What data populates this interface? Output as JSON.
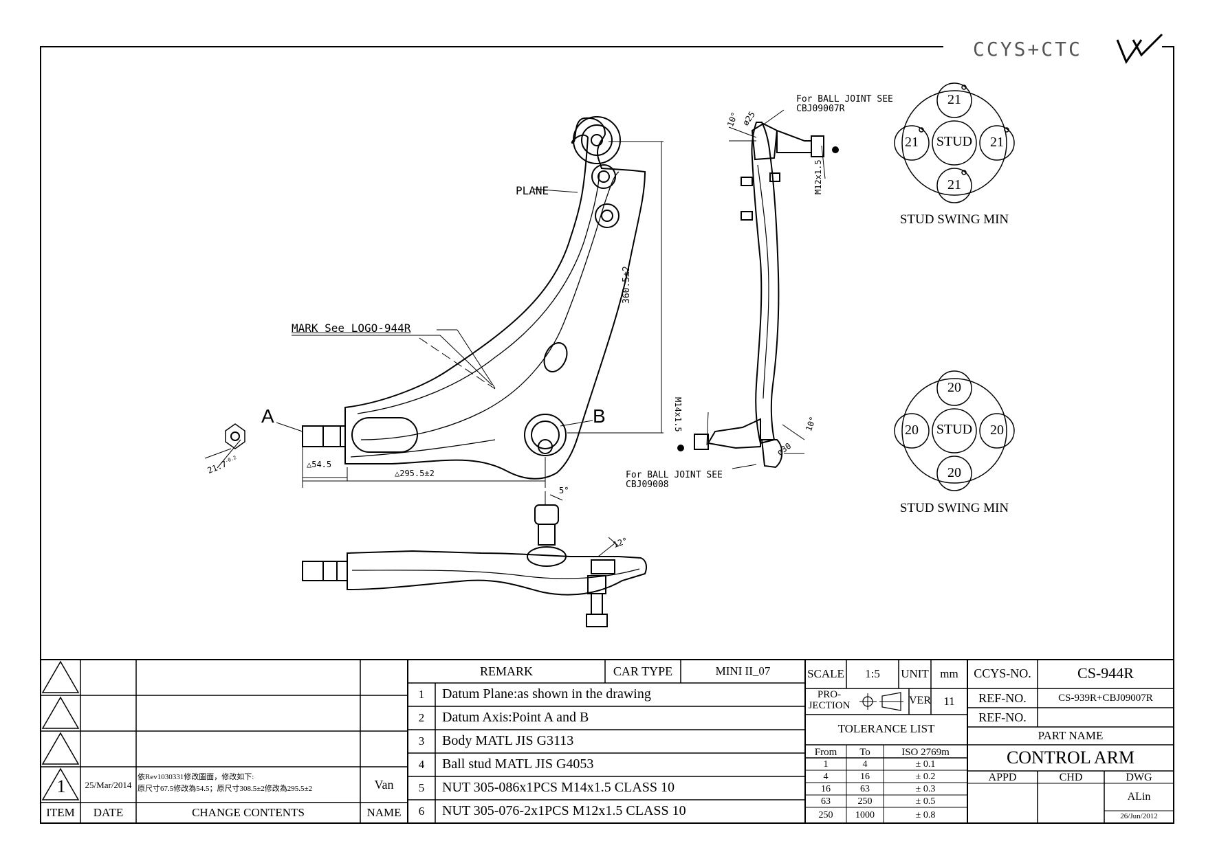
{
  "brand": {
    "logo_text": "CCYS+CTC"
  },
  "drawing": {
    "front_view": {
      "plane_label": "PLANE",
      "mark_label": "MARK See LOGO-944R",
      "point_a": "A",
      "point_b": "B",
      "dim_height": "360.5±2",
      "dim_short": "54.5",
      "dim_long": "295.5±2",
      "dim_hex": "21.7",
      "dim_hex_tol": "-0.2"
    },
    "side_view": {
      "ball_joint_top_line1": "For BALL JOINT SEE",
      "ball_joint_top_line2": "CBJ09007R",
      "ball_joint_bottom_line1": "For BALL JOINT SEE",
      "ball_joint_bottom_line2": "CBJ09008",
      "dim_dia_top": "ø25",
      "dim_dia_bottom": "ø30",
      "angle_top": "10°",
      "angle_bottom": "10°",
      "thread_top": "M12x1.5",
      "thread_bottom": "M14x1.5"
    },
    "bottom_view": {
      "angle_small": "5°",
      "angle_large": "12°"
    },
    "stud_swing_top": {
      "top": "21",
      "left": "21",
      "right": "21",
      "bottom": "21",
      "center": "STUD",
      "caption": "STUD SWING MIN"
    },
    "stud_swing_bottom": {
      "top": "20",
      "left": "20",
      "right": "20",
      "bottom": "20",
      "center": "STUD",
      "caption": "STUD SWING MIN"
    }
  },
  "revision_block": {
    "headers": {
      "item": "ITEM",
      "date": "DATE",
      "change": "CHANGE CONTENTS",
      "name": "NAME"
    },
    "rows": [
      {
        "item": "",
        "date": "",
        "change_line1": "",
        "change_line2": "",
        "name": ""
      },
      {
        "item": "",
        "date": "",
        "change_line1": "",
        "change_line2": "",
        "name": ""
      },
      {
        "item": "",
        "date": "",
        "change_line1": "",
        "change_line2": "",
        "name": ""
      },
      {
        "item": "1",
        "date": "25/Mar/2014",
        "change_line1": "依Rev1030331修改圖面，修改如下:",
        "change_line2": "原尺寸67.5修改為54.5；原尺寸308.5±2修改為295.5±2",
        "name": "Van"
      }
    ]
  },
  "remarks": {
    "header": "REMARK",
    "car_type_label": "CAR TYPE",
    "car_type_value": "MINI II_07",
    "items": [
      {
        "no": "1",
        "text": "Datum Plane:as shown in the drawing"
      },
      {
        "no": "2",
        "text": "Datum Axis:Point A and B"
      },
      {
        "no": "3",
        "text": "Body MATL JIS G3113"
      },
      {
        "no": "4",
        "text": "Ball stud MATL JIS G4053"
      },
      {
        "no": "5",
        "text": "NUT 305-086x1PCS M14x1.5 CLASS 10"
      },
      {
        "no": "6",
        "text": "NUT 305-076-2x1PCS M12x1.5 CLASS 10"
      }
    ]
  },
  "spec": {
    "scale_label": "SCALE",
    "scale_value": "1:5",
    "unit_label": "UNIT",
    "unit_value": "mm",
    "projection_line1": "PRO-",
    "projection_line2": "JECTION",
    "ver_label": "VER",
    "ver_value": "11",
    "tolerance_title": "TOLERANCE LIST",
    "tol_headers": [
      "From",
      "To",
      "ISO 2769m"
    ],
    "tol_rows": [
      [
        "1",
        "4",
        "± 0.1"
      ],
      [
        "4",
        "16",
        "± 0.2"
      ],
      [
        "16",
        "63",
        "± 0.3"
      ],
      [
        "63",
        "250",
        "± 0.5"
      ],
      [
        "250",
        "1000",
        "± 0.8"
      ]
    ]
  },
  "title_block": {
    "ccys_no_label": "CCYS-NO.",
    "ccys_no_value": "CS-944R",
    "ref_no_label_1": "REF-NO.",
    "ref_no_value_1": "CS-939R+CBJ09007R",
    "ref_no_label_2": "REF-NO.",
    "ref_no_value_2": "",
    "part_name_label": "PART NAME",
    "part_name_value": "CONTROL ARM",
    "appd_label": "APPD",
    "chd_label": "CHD",
    "dwg_label": "DWG",
    "dwg_name": "ALin",
    "dwg_date": "26/Jun/2012"
  }
}
